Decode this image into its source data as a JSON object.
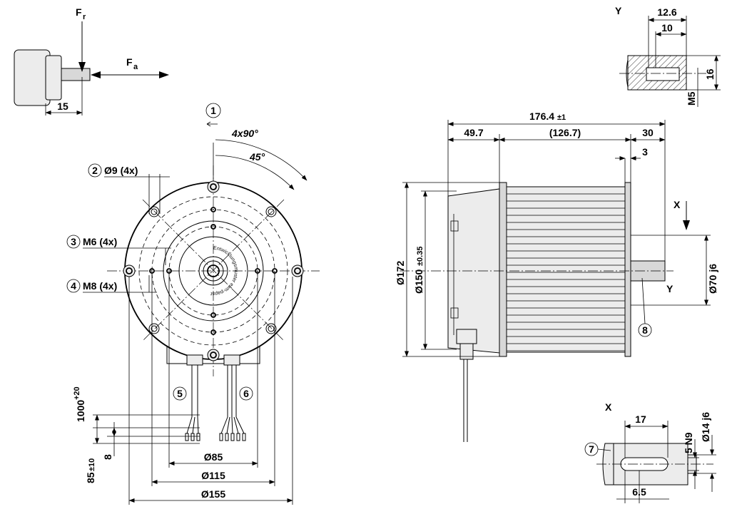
{
  "load_diagram": {
    "force_radial": "F",
    "force_radial_sub": "r",
    "force_axial": "F",
    "force_axial_sub": "a",
    "distance": "15"
  },
  "front_view": {
    "rotation_callout": "1",
    "angle_pattern": "4x90°",
    "angle_offset": "45°",
    "callout_2_num": "2",
    "callout_2_text": "Ø9 (4x)",
    "callout_3_num": "3",
    "callout_3_text": "M6 (4x)",
    "callout_4_num": "4",
    "callout_4_text": "M8 (4x)",
    "callout_5": "5",
    "callout_6": "6",
    "cable_length": "1000",
    "cable_length_tol": "+20",
    "strip_length": "8",
    "stub_length": "85",
    "stub_length_tol": "±10",
    "dia_85": "Ø85",
    "dia_115": "Ø115",
    "dia_155": "Ø155",
    "label_text": "Entwicklungsmuster ebm-papst"
  },
  "side_view": {
    "overall_length": "176.4",
    "overall_length_tol": "±1",
    "dim_49_7": "49.7",
    "dim_126_7": "(126.7)",
    "dim_30": "30",
    "dim_3": "3",
    "dia_172": "Ø172",
    "dia_150": "Ø150",
    "dia_150_tol": "±0.35",
    "dia_70": "Ø70 j6",
    "view_x": "X",
    "view_y": "Y",
    "callout_8": "8"
  },
  "detail_y": {
    "title": "Y",
    "dim_12_6": "12.6",
    "dim_10": "10",
    "dim_16": "16",
    "thread": "M5"
  },
  "detail_x": {
    "title": "X",
    "dim_17": "17",
    "key_width": "5 N9",
    "dia_14": "Ø14 j6",
    "dim_6_5": "6.5",
    "callout_7": "7"
  }
}
